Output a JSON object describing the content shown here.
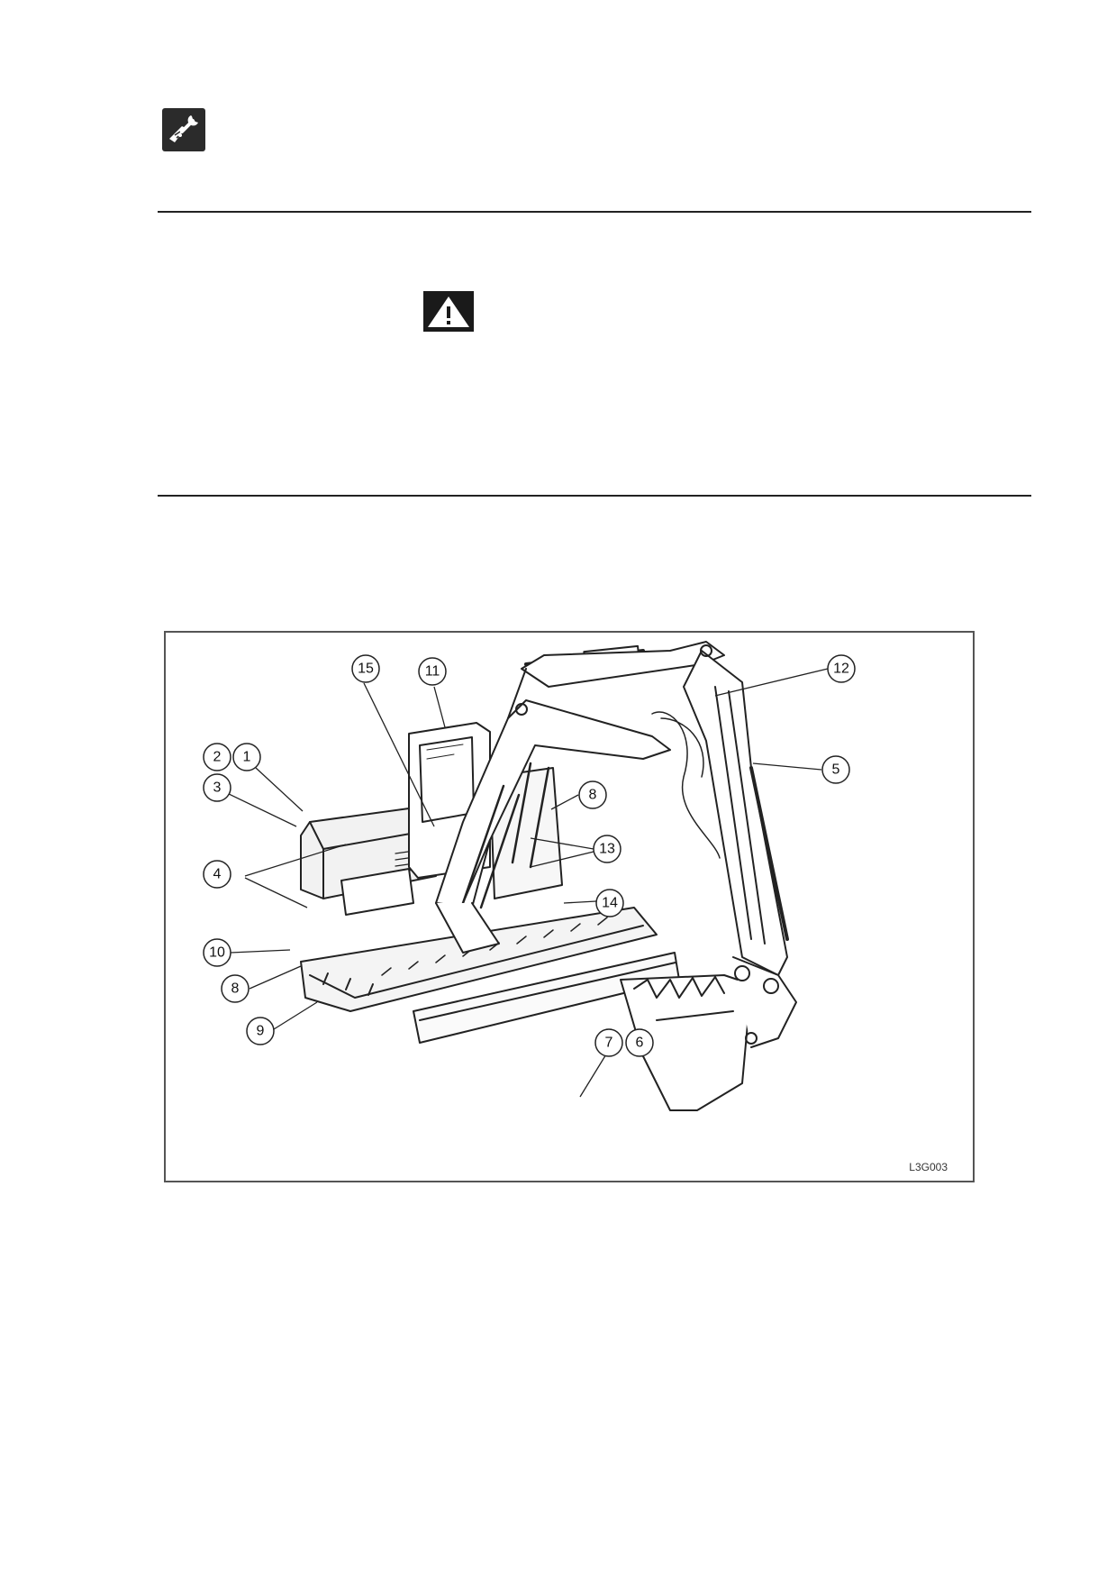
{
  "icons": {
    "service": "wrench-service-icon",
    "warning": "warning-triangle-icon"
  },
  "colors": {
    "icon_bg": "#2b2b2b",
    "line": "#222222",
    "frame": "#555555"
  },
  "figure": {
    "code": "L3G003",
    "callouts": [
      "1",
      "2",
      "3",
      "4",
      "5",
      "6",
      "7",
      "8",
      "8",
      "9",
      "10",
      "11",
      "12",
      "13",
      "14",
      "15"
    ]
  }
}
